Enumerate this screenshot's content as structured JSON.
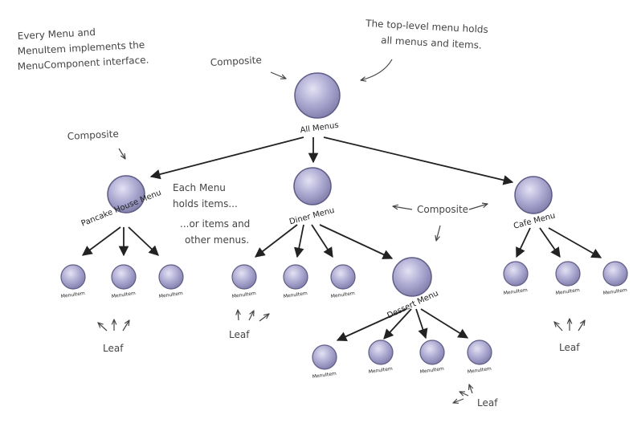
{
  "annotations": {
    "every_menu": [
      "Every Menu and",
      "MenuItem implements the",
      "MenuComponent interface."
    ],
    "top_level": [
      "The top-level menu holds",
      "all menus and items."
    ],
    "composite": "Composite",
    "each_menu": [
      "Each Menu",
      "holds items..."
    ],
    "or_items": [
      "...or items and",
      "other menus."
    ],
    "leaf": "Leaf"
  },
  "nodes": {
    "root": "All Menus",
    "pancake": "Pancake House Menu",
    "diner": "Diner Menu",
    "cafe": "Cafe Menu",
    "dessert": "Dessert Menu",
    "menu_item": "MenuItem"
  },
  "colors": {
    "node_fill": "#a9a6cf",
    "node_stroke": "#5f5c86",
    "ink": "#222222"
  }
}
